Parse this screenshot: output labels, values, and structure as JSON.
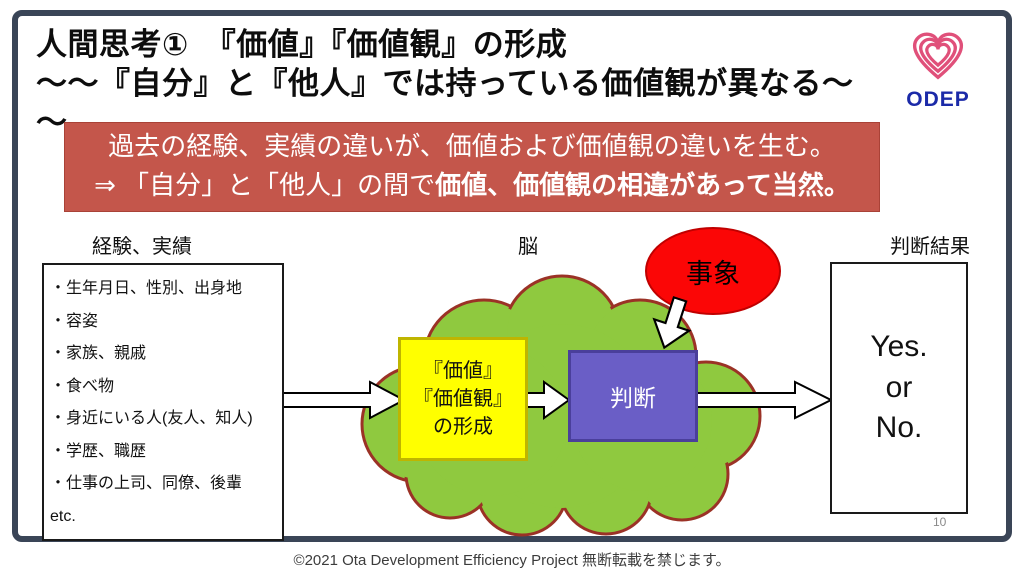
{
  "slide": {
    "title": {
      "line1": "人間思考①　『価値』『価値観』の形成",
      "line2": "～～『自分』と『他人』では持っている価値観が異なる～～"
    },
    "logo": {
      "name": "ODEP",
      "icon": "heart-icon"
    },
    "banner": {
      "line1": "過去の経験、実績の違いが、価値および価値観の違いを生む。",
      "line2_prefix": "⇒ 「自分」と「他人」の間で",
      "line2_bold": "価値、価値観の相違があって当然。"
    },
    "labels": {
      "experience": "経験、実績",
      "brain": "脳",
      "result": "判断結果"
    },
    "experience_box": {
      "items": [
        "・生年月日、性別、出身地",
        "・容姿",
        "・家族、親戚",
        "・食べ物",
        "・身近にいる人(友人、知人)",
        "・学歴、職歴",
        "・仕事の上司、同僚、後輩",
        "etc."
      ]
    },
    "value_box": {
      "line1": "『価値』",
      "line2": "『価値観』",
      "line3": "の形成"
    },
    "judgement_box": {
      "label": "判断"
    },
    "event": {
      "label": "事象"
    },
    "result_box": {
      "line1": "Yes.",
      "line2": "or",
      "line3": "No."
    },
    "page_number": "10",
    "footer": "©2021  Ota Development Efficiency Project 無断転載を禁じます。"
  },
  "colors": {
    "frame": "#3A4557",
    "banner_bg": "#C4564B",
    "cloud_green": "#8FC93F",
    "cloud_border": "#9B3226",
    "value_box_bg": "#FFFF00",
    "judgement_bg": "#6A5EC6",
    "event_bg": "#FB0606",
    "logo_blue": "#1B2AA8",
    "logo_pink": "#E0507A"
  }
}
